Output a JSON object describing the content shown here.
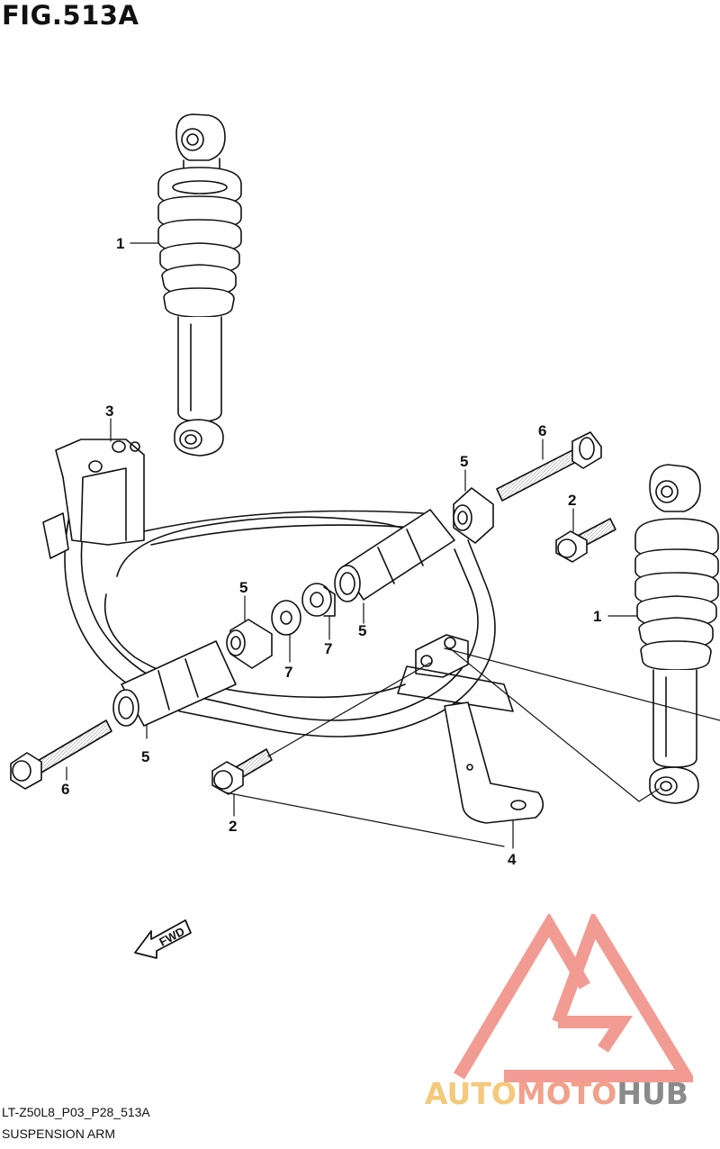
{
  "figure": {
    "title": "FIG.513A",
    "model_code": "LT-Z50L8_P03_P28_513A",
    "name": "SUSPENSION ARM",
    "direction_label": "FWD"
  },
  "callouts": [
    {
      "id": "c1a",
      "label": "1"
    },
    {
      "id": "c1b",
      "label": "1"
    },
    {
      "id": "c2a",
      "label": "2"
    },
    {
      "id": "c2b",
      "label": "2"
    },
    {
      "id": "c3",
      "label": "3"
    },
    {
      "id": "c4",
      "label": "4"
    },
    {
      "id": "c5a",
      "label": "5"
    },
    {
      "id": "c5b",
      "label": "5"
    },
    {
      "id": "c5c",
      "label": "5"
    },
    {
      "id": "c5d",
      "label": "5"
    },
    {
      "id": "c6a",
      "label": "6"
    },
    {
      "id": "c6b",
      "label": "6"
    },
    {
      "id": "c7a",
      "label": "7"
    },
    {
      "id": "c7b",
      "label": "7"
    }
  ],
  "watermark": {
    "part1": "AUTO",
    "part2": "MOTO",
    "part3": "HUB",
    "colors": {
      "auto": "#f4c97a",
      "moto": "#f2a08a",
      "hub": "#8a8a8a",
      "triangle": "#f08a80"
    }
  }
}
